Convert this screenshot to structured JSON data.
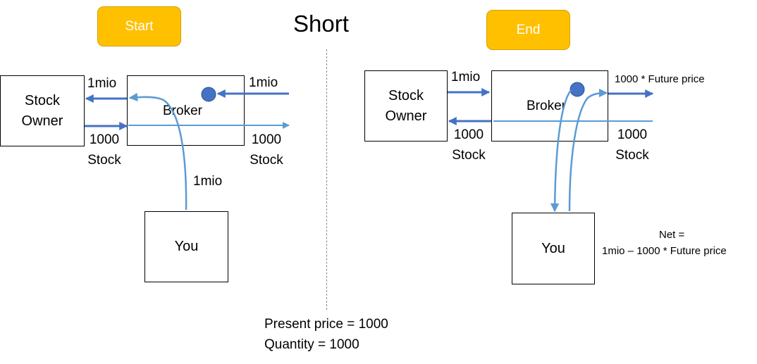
{
  "title": "Short",
  "start_badge": "Start",
  "end_badge": "End",
  "start": {
    "stock_owner": [
      "Stock",
      "Owner"
    ],
    "broker": "Broker",
    "you": "You",
    "money_left": "1mio",
    "money_right": "1mio",
    "stock_left": [
      "1000",
      "Stock"
    ],
    "stock_right": [
      "1000",
      "Stock"
    ],
    "you_money": "1mio"
  },
  "end": {
    "stock_owner": [
      "Stock",
      "Owner"
    ],
    "broker": "Broker",
    "you": "You",
    "money_left": "1mio",
    "future_label": "1000 * Future price",
    "stock_left": [
      "1000",
      "Stock"
    ],
    "stock_right": [
      "1000",
      "Stock"
    ],
    "net_title": "Net =",
    "net_formula": "1mio – 1000 * Future price"
  },
  "footer": {
    "present_price": "Present price = 1000",
    "quantity": "Quantity = 1000"
  },
  "colors": {
    "arrow_dark": "#4472c4",
    "arrow_light": "#5b9bd5",
    "badge": "#ffc000",
    "dot": "#4472c4"
  }
}
